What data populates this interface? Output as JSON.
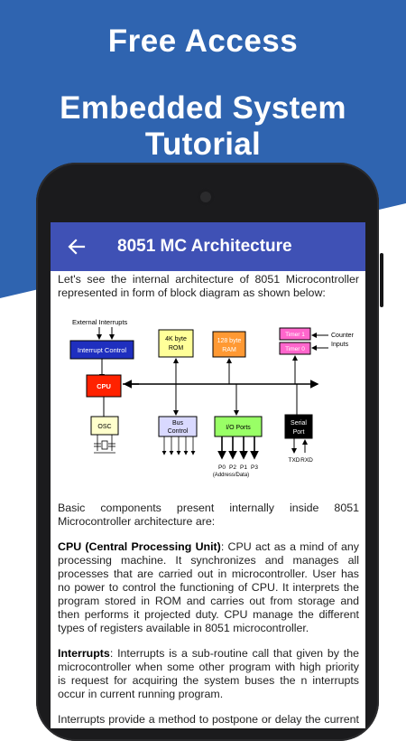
{
  "promo": {
    "line1": "Free Access",
    "line2": "Embedded System Tutorial"
  },
  "appbar": {
    "back_icon": "arrow-left-icon",
    "title": "8051 MC Architecture",
    "color": "#3f51b5"
  },
  "content": {
    "intro": "Let's see the internal architecture of 8051 Microcontroller represented in form of block diagram as shown below:",
    "basic": "Basic components present internally inside 8051 Microcontroller architecture are:",
    "cpu_heading": "CPU (Central Processing Unit)",
    "cpu_text": ": CPU act as a mind of any processing machine. It synchronizes and manages all processes that are carried out in microcontroller. User has no power to control the functioning of CPU. It interprets the program stored in ROM and carries out from storage and then performs it projected duty. CPU manage the different types of registers available in 8051 microcontroller.",
    "int_heading": "Interrupts",
    "int_text": ": Interrupts is a sub-routine call that given by the microcontroller when some other program with high priority is request for acquiring the system buses the n interrupts occur in current running program.",
    "int2_text": "Interrupts provide a method to postpone or delay the current process, performs a sub-routine task and then restart the standard program again."
  },
  "diagram": {
    "external_interrupts": "External Interrupts",
    "interrupt_control": "Interrupt Control",
    "rom_line1": "4K byte",
    "rom_line2": "ROM",
    "ram_line1": "128 byte",
    "ram_line2": "RAM",
    "timer1": "Timer 1",
    "timer0": "Timer 0",
    "counter": "Counter",
    "inputs": "Inputs",
    "cpu": "CPU",
    "osc": "OSC",
    "bus_line1": "Bus",
    "bus_line2": "Control",
    "io_ports": "I/O Ports",
    "serial_line1": "Serial",
    "serial_line2": "Port",
    "p0": "P0",
    "p2": "P2",
    "p1": "P1",
    "p3": "P3",
    "addr_data": "(Address/Data)",
    "txd": "TXD",
    "rxd": "RXD"
  }
}
